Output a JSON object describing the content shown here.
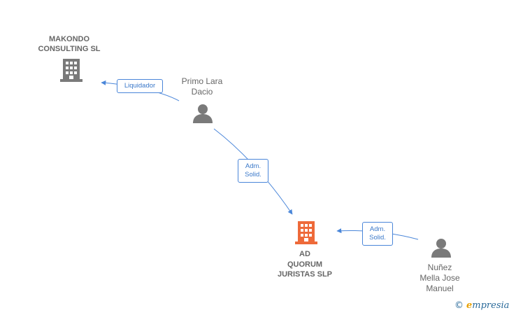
{
  "colors": {
    "edge": "#4a86d9",
    "company_gray": "#7a7a7a",
    "company_focus": "#ee6a3a",
    "person": "#7a7a7a"
  },
  "nodes": {
    "makondo": {
      "line1": "MAKONDO",
      "line2": "CONSULTING SL",
      "icon": "building-icon"
    },
    "primo": {
      "line1": "Primo Lara",
      "line2": "Dacio",
      "icon": "person-icon"
    },
    "quorum": {
      "line1": "AD",
      "line2": "QUORUM",
      "line3": "JURISTAS  SLP",
      "icon": "building-icon"
    },
    "nunez": {
      "line1": "Nuñez",
      "line2": "Mella Jose",
      "line3": "Manuel",
      "icon": "person-icon"
    }
  },
  "edges": {
    "liquidador": {
      "label": "Liquidador"
    },
    "adm_primo": {
      "line1": "Adm.",
      "line2": "Solid."
    },
    "adm_nunez": {
      "line1": "Adm.",
      "line2": "Solid."
    }
  },
  "watermark": {
    "copyright": "©",
    "brand_e": "e",
    "brand_rest": "mpresia"
  }
}
